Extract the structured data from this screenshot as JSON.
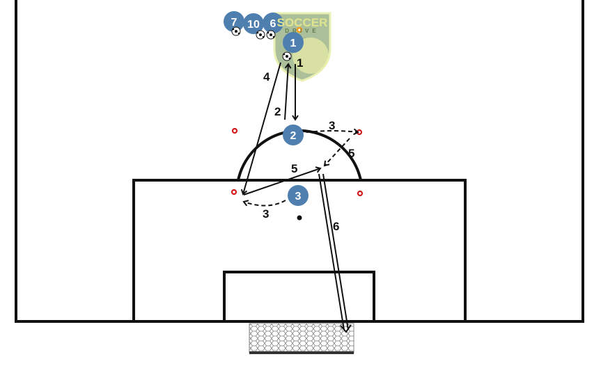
{
  "logo": {
    "line1": "SOCCER",
    "line2": "DRIVE"
  },
  "players": [
    {
      "number": "7"
    },
    {
      "number": "10"
    },
    {
      "number": "6"
    },
    {
      "number": "1"
    },
    {
      "number": "2"
    },
    {
      "number": "3"
    }
  ],
  "arrow_labels": {
    "a1": "1",
    "a2": "2",
    "a4": "4",
    "a3_top": "3",
    "a5_dash": "5",
    "a5_pass": "5",
    "a3_bottom": "3",
    "a6": "6"
  },
  "colors": {
    "player": "#4f7fae",
    "cone": "#d11a1a",
    "ball_marker": "#f29a1a",
    "logo": "#c9d88a"
  }
}
